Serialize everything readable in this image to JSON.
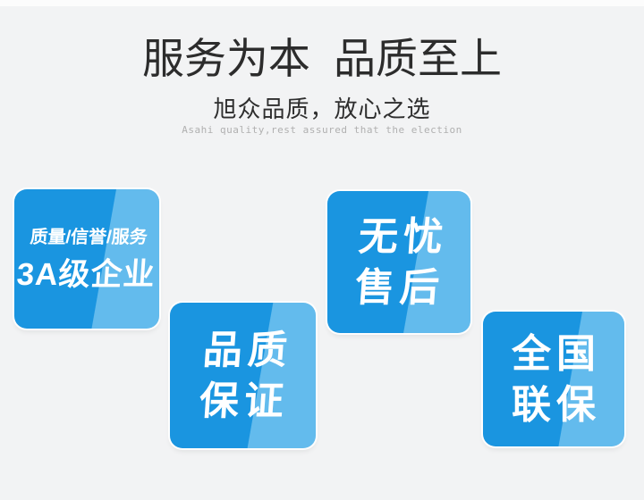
{
  "header": {
    "title": "服务为本  品质至上",
    "subtitle": "旭众品质，放心之选",
    "subtitle_en": "Asahi quality,rest assured that the election"
  },
  "badges": [
    {
      "name": "quality-credentials",
      "line1": "质量/信誉/服务",
      "line2": "3A级企业"
    },
    {
      "name": "quality-guarantee",
      "line1": "品质",
      "line2": "保证"
    },
    {
      "name": "worry-free-after-sales",
      "line1": "无忧",
      "line2": "售后"
    },
    {
      "name": "nationwide-warranty",
      "line1": "全国",
      "line2": "联保"
    }
  ],
  "colors": {
    "badge_blue": "#1a95e0",
    "badge_blue_light": "#63bbed",
    "background": "#f2f3f4",
    "top_strip": "#fcfcfc",
    "title_text": "#2c2c2c",
    "subtitle_en_text": "#b0b0b0",
    "badge_text": "#ffffff"
  }
}
